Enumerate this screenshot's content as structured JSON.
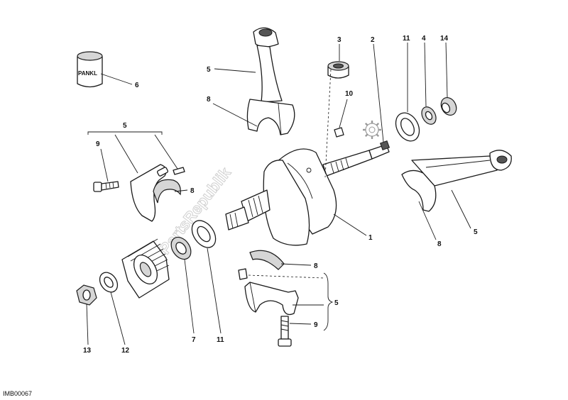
{
  "diagram": {
    "reference_code": "IMB00067",
    "watermark": "PartsRepublik",
    "brand_mark": "PANKL",
    "callouts": {
      "c1": "1",
      "c2": "2",
      "c3": "3",
      "c4": "4",
      "c5_top": "5",
      "c5_left_group": "5",
      "c5_right_rod": "5",
      "c5_bottom_group": "5",
      "c6": "6",
      "c7": "7",
      "c8_top_rod": "8",
      "c8_left_shell": "8",
      "c8_right_rod": "8",
      "c8_bottom_shell": "8",
      "c9_left": "9",
      "c9_bottom": "9",
      "c10": "10",
      "c11_top": "11",
      "c11_bottom": "11",
      "c12": "12",
      "c13": "13",
      "c14": "14"
    },
    "parts_icons": {
      "crankshaft": "crankshaft-icon",
      "connecting_rod": "connecting-rod-icon",
      "bearing_shell": "bearing-shell-icon",
      "gear": "gear-icon",
      "nut": "nut-icon",
      "washer": "washer-icon",
      "bolt": "bolt-icon",
      "pin": "pin-icon",
      "bushing": "bushing-icon",
      "lubricant_can": "can-icon"
    }
  }
}
